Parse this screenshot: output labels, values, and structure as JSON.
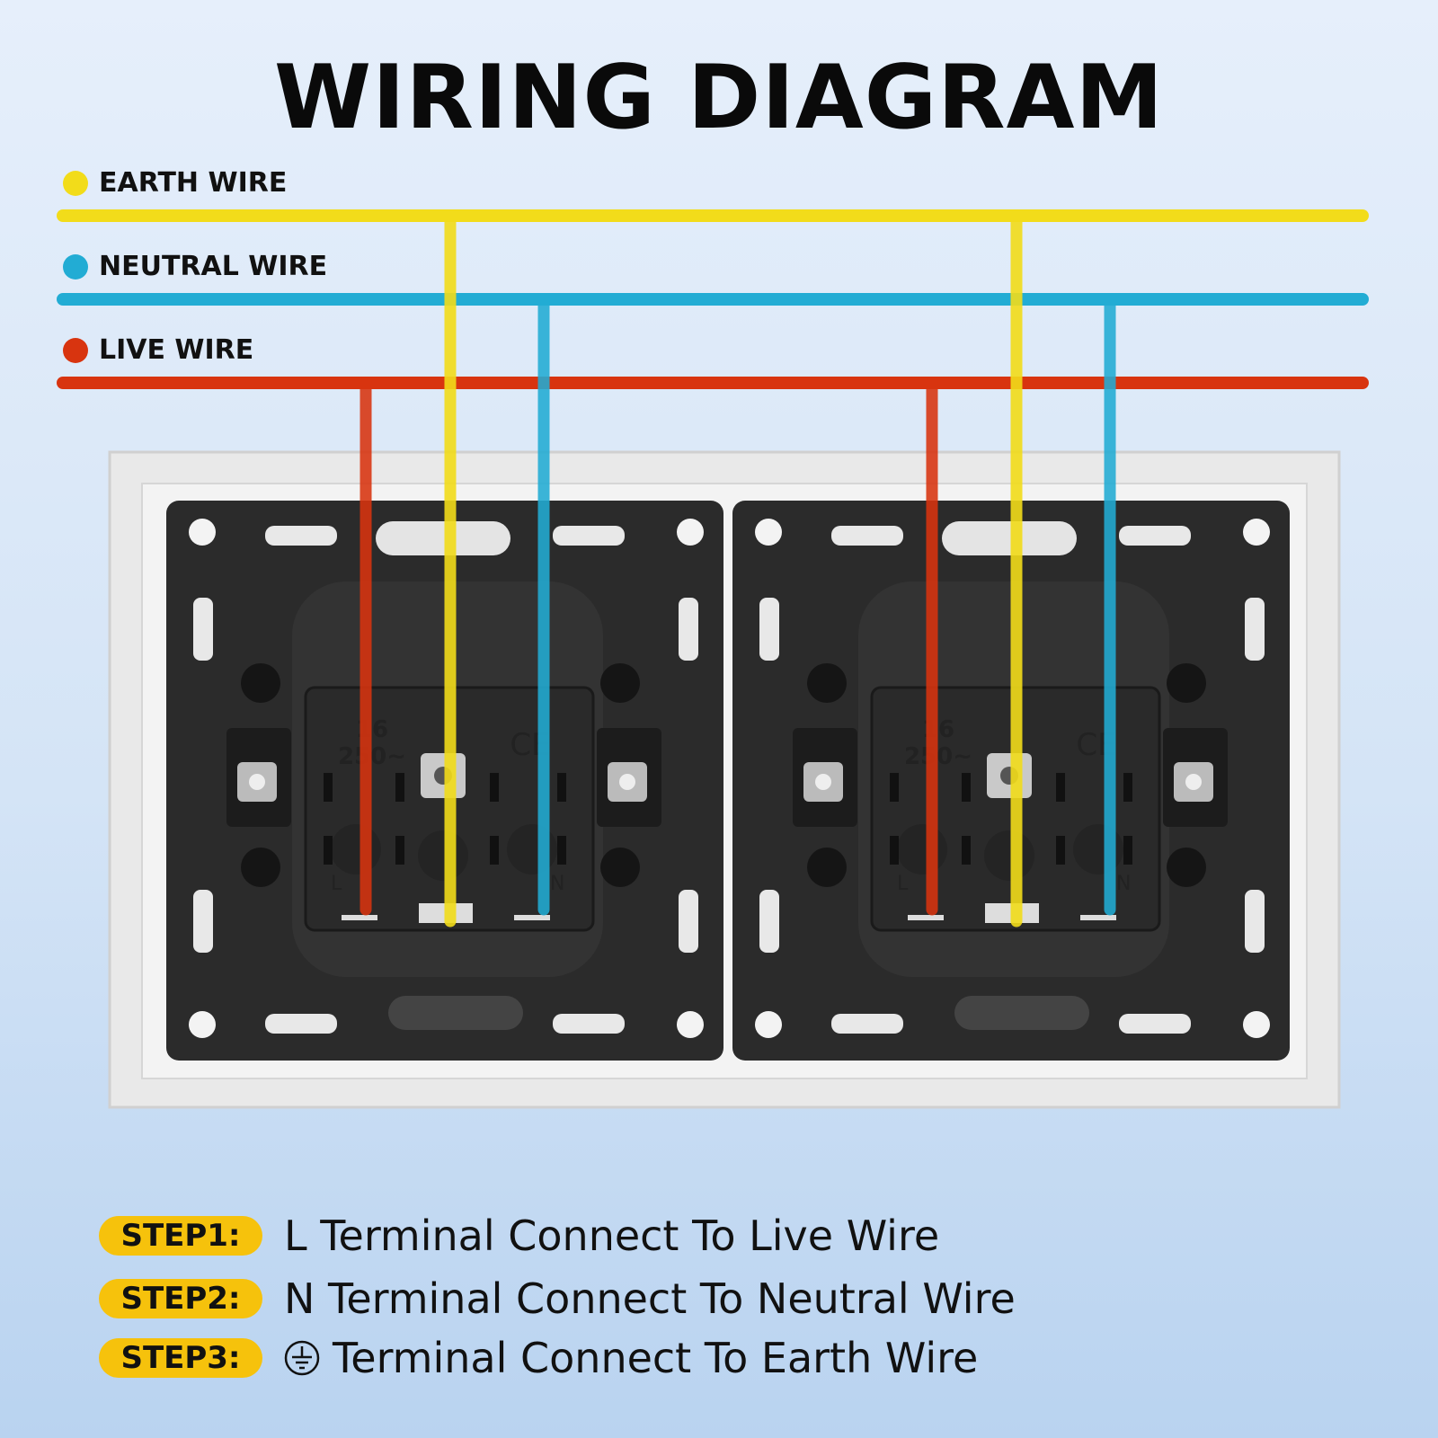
{
  "title": "WIRING DIAGRAM",
  "legend": [
    {
      "label": "EARTH WIRE",
      "color": "#f2dc1a"
    },
    {
      "label": "NEUTRAL WIRE",
      "color": "#22acd4"
    },
    {
      "label": "LIVE WIRE",
      "color": "#d8340f"
    }
  ],
  "socket_markings": {
    "rating_top": "16",
    "rating_bottom": "250~",
    "ce": "CE",
    "live": "L",
    "neutral": "N"
  },
  "steps": [
    {
      "badge": "STEP1:",
      "text": "L Terminal Connect To Live Wire"
    },
    {
      "badge": "STEP2:",
      "text": "N Terminal Connect To Neutral Wire"
    },
    {
      "badge": "STEP3:",
      "text": "Terminal Connect To Earth Wire",
      "icon": "earth-symbol-icon"
    }
  ]
}
